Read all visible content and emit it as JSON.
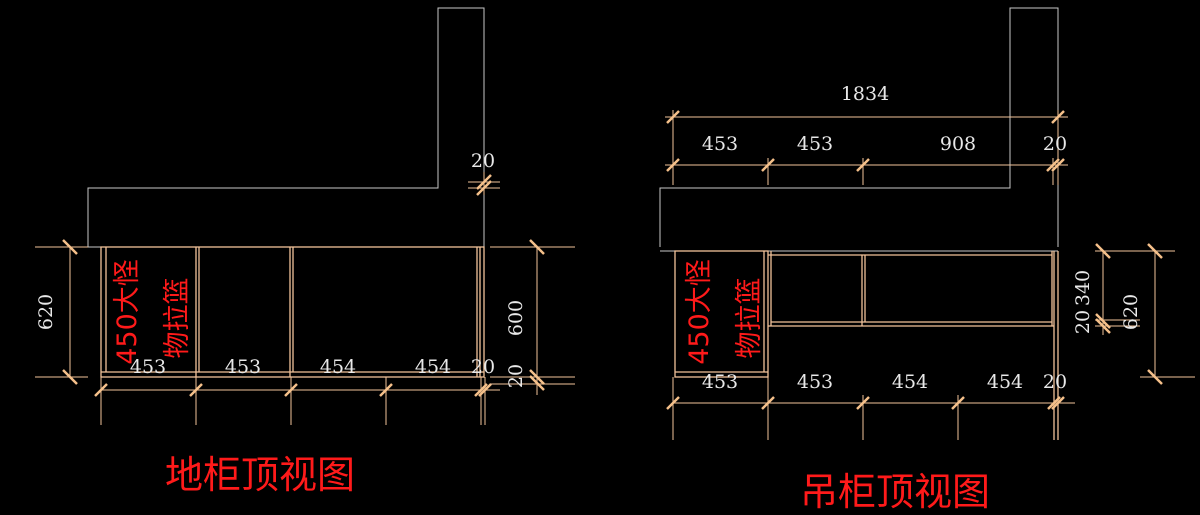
{
  "floor_plan": {
    "title": "地柜顶视图",
    "note_line1": "450大怪",
    "note_line2": "物拉篮",
    "bottom_dims": [
      "453",
      "453",
      "454",
      "454",
      "20"
    ],
    "left_dim": "620",
    "right_dim": "600",
    "right_small_dim": "20",
    "top_small_dim": "20"
  },
  "wall_plan": {
    "title": "吊柜顶视图",
    "note_line1": "450大怪",
    "note_line2": "物拉篮",
    "overall_dim": "1834",
    "top_dims": [
      "453",
      "453",
      "908",
      "20"
    ],
    "bottom_dims": [
      "453",
      "453",
      "454",
      "454",
      "20"
    ],
    "right_dim_depth": "340",
    "right_dim_small": "20",
    "right_dim_total": "620"
  },
  "colors": {
    "background": "#000000",
    "cabinet": "#f2c39a",
    "wall": "#c8c8c8",
    "note": "#ff1a1a",
    "dim_text": "#e8e8e8"
  }
}
